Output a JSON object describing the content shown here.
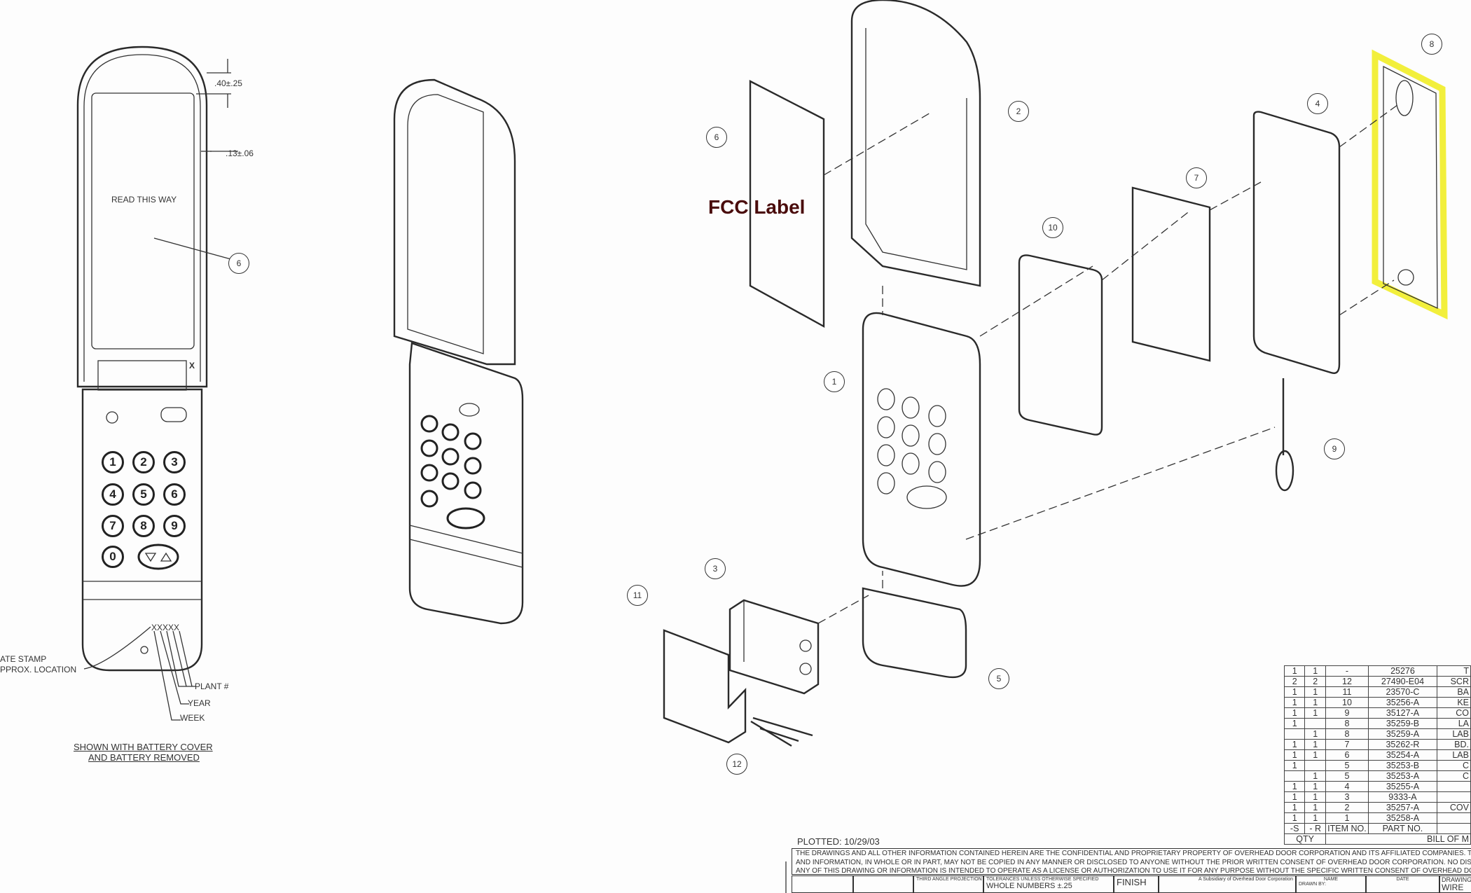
{
  "left_view": {
    "dim_top": ".40±.25",
    "dim_side": ".13±.06",
    "read_direction": "READ THIS WAY",
    "date_code": "XXXXX",
    "date_stamp_line1": "ATE STAMP",
    "date_stamp_line2": "PPROX. LOCATION",
    "plant_label": "PLANT #",
    "year_label": "YEAR",
    "week_label": "WEEK",
    "caption_line1": "SHOWN WITH BATTERY COVER",
    "caption_line2": "AND BATTERY REMOVED",
    "hinge_mark": "X",
    "keys": [
      "1",
      "2",
      "3",
      "4",
      "5",
      "6",
      "7",
      "8",
      "9",
      "0"
    ]
  },
  "callouts": [
    "6",
    "6",
    "2",
    "1",
    "10",
    "7",
    "4",
    "8",
    "9",
    "3",
    "11",
    "5",
    "12"
  ],
  "fcc_label": "FCC Label",
  "highlight_color": "#f0ec1a",
  "fcc_color": "#4a0c0c",
  "plotted": "PLOTTED: 10/29/03",
  "bom": {
    "rows": [
      [
        "1",
        "1",
        "-",
        "25276",
        "T"
      ],
      [
        "2",
        "2",
        "12",
        "27490-E04",
        "SCR"
      ],
      [
        "1",
        "1",
        "11",
        "23570-C",
        "BA"
      ],
      [
        "1",
        "1",
        "10",
        "35256-A",
        "KE"
      ],
      [
        "1",
        "1",
        "9",
        "35127-A",
        "CO"
      ],
      [
        "1",
        "",
        "8",
        "35259-B",
        "LA"
      ],
      [
        "",
        "1",
        "8",
        "35259-A",
        "LAB"
      ],
      [
        "1",
        "1",
        "7",
        "35262-R",
        "BD."
      ],
      [
        "1",
        "1",
        "6",
        "35254-A",
        "LAB"
      ],
      [
        "1",
        "",
        "5",
        "35253-B",
        "C"
      ],
      [
        "",
        "1",
        "5",
        "35253-A",
        "C"
      ],
      [
        "1",
        "1",
        "4",
        "35255-A",
        ""
      ],
      [
        "1",
        "1",
        "3",
        "9333-A",
        ""
      ],
      [
        "1",
        "1",
        "2",
        "35257-A",
        "COV"
      ],
      [
        "1",
        "1",
        "1",
        "35258-A",
        ""
      ]
    ],
    "header": [
      "-S",
      "- R",
      "ITEM NO.",
      "PART NO.",
      ""
    ],
    "qty_label": "QTY",
    "title": "BILL OF M"
  },
  "disclaimer": [
    "THE DRAWINGS AND ALL OTHER INFORMATION CONTAINED HEREIN ARE THE CONFIDENTIAL AND PROPRIETARY PROPERTY OF OVERHEAD DOOR CORPORATION AND ITS AFFILIATED COMPANIES. THIS DRAWING",
    "AND INFORMATION, IN WHOLE OR IN PART, MAY NOT BE COPIED IN ANY MANNER OR DISCLOSED TO ANYONE WITHOUT THE PRIOR WRITTEN CONSENT OF OVERHEAD DOOR CORPORATION. NO DISCLOSURE OF",
    "ANY OF THIS DRAWING OR INFORMATION IS INTENDED TO OPERATE AS A LICENSE OR AUTHORIZATION TO USE IT FOR ANY PURPOSE WITHOUT THE SPECIFIC WRITTEN CONSENT OF OVERHEAD DOOR CORPORA"
  ],
  "title_block": {
    "projection": "THIRD ANGLE PROJECTION",
    "tolerances": "TOLERANCES UNLESS OTHERWISE SPECIFIED",
    "whole_numbers": "WHOLE NUMBERS   ±.25",
    "finish": "FINISH",
    "company": "A Subsidiary of Overhead Door Corporation",
    "name": "NAME",
    "date": "DATE",
    "drawn_by": "DRAWN BY:",
    "drawing_title_label": "DRAWING TI",
    "drawing_title": "WIRE"
  }
}
